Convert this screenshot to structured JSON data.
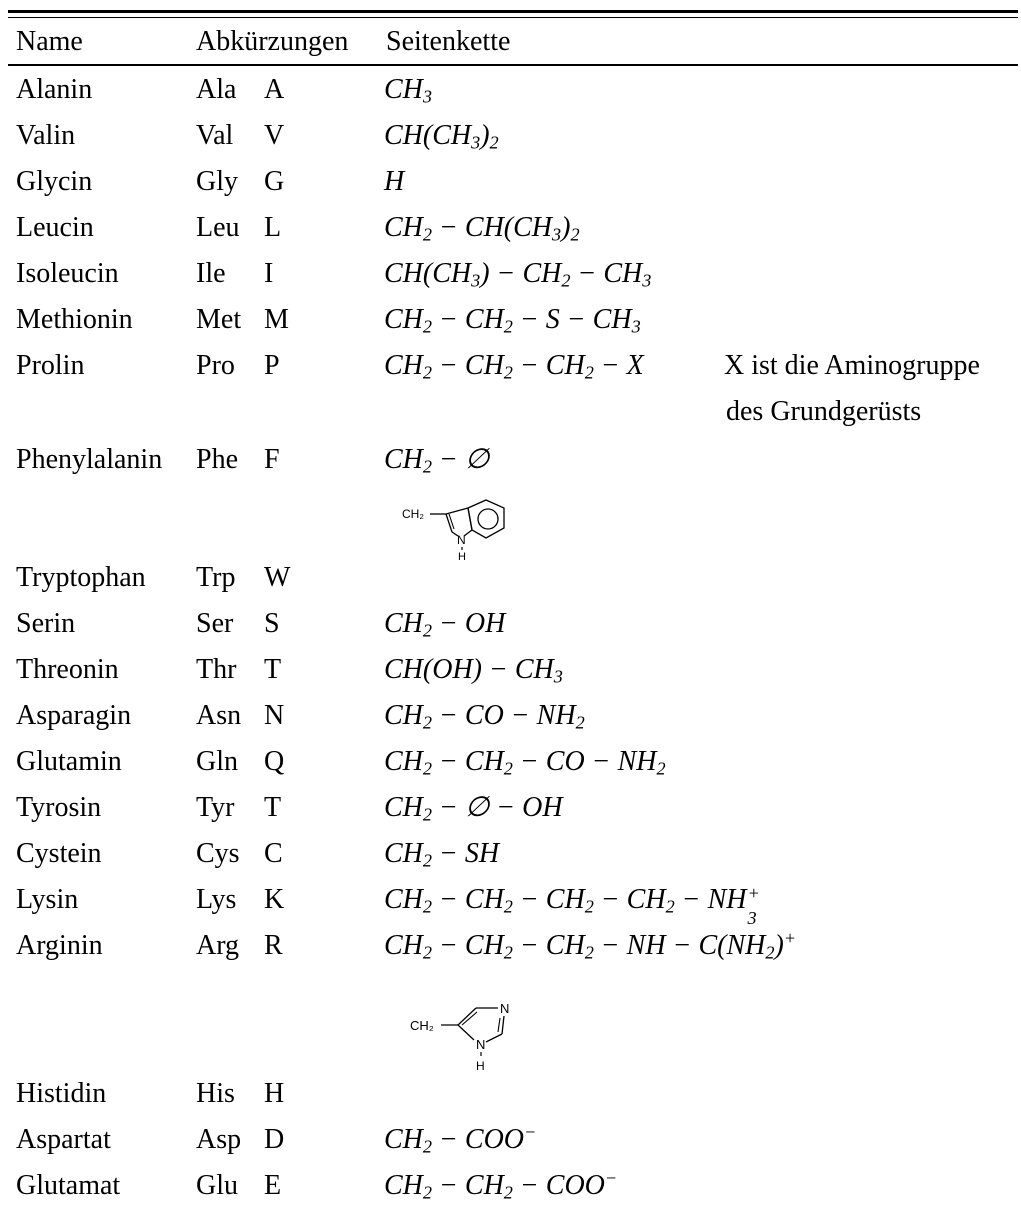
{
  "header": {
    "name": "Name",
    "abbreviations": "Abkürzungen",
    "side_chain": "Seitenkette"
  },
  "rows": [
    {
      "name": "Alanin",
      "abbr3": "Ala",
      "abbr1": "A",
      "side_chain": "CH₃"
    },
    {
      "name": "Valin",
      "abbr3": "Val",
      "abbr1": "V",
      "side_chain": "CH(CH₃)₂"
    },
    {
      "name": "Glycin",
      "abbr3": "Gly",
      "abbr1": "G",
      "side_chain": "H"
    },
    {
      "name": "Leucin",
      "abbr3": "Leu",
      "abbr1": "L",
      "side_chain": "CH₂ − CH(CH₃)₂"
    },
    {
      "name": "Isoleucin",
      "abbr3": "Ile",
      "abbr1": "I",
      "side_chain": "CH(CH₃) − CH₂ − CH₃"
    },
    {
      "name": "Methionin",
      "abbr3": "Met",
      "abbr1": "M",
      "side_chain": "CH₂ − CH₂ − S − CH₃"
    },
    {
      "name": "Prolin",
      "abbr3": "Pro",
      "abbr1": "P",
      "side_chain": "CH₂ − CH₂ − CH₂ − X",
      "note_line1": "X ist die Aminogruppe",
      "note_line2": "des Grundgerüsts"
    },
    {
      "name": "Phenylalanin",
      "abbr3": "Phe",
      "abbr1": "F",
      "side_chain": "CH₂ − ∅"
    },
    {
      "name": "Tryptophan",
      "abbr3": "Trp",
      "abbr1": "W",
      "structure_labels": [
        "CH₂",
        "N",
        "H"
      ]
    },
    {
      "name": "Serin",
      "abbr3": "Ser",
      "abbr1": "S",
      "side_chain": "CH₂ − OH"
    },
    {
      "name": "Threonin",
      "abbr3": "Thr",
      "abbr1": "T",
      "side_chain": "CH(OH) − CH₃"
    },
    {
      "name": "Asparagin",
      "abbr3": "Asn",
      "abbr1": "N",
      "side_chain": "CH₂ − CO − NH₂"
    },
    {
      "name": "Glutamin",
      "abbr3": "Gln",
      "abbr1": "Q",
      "side_chain": "CH₂ − CH₂ − CO − NH₂"
    },
    {
      "name": "Tyrosin",
      "abbr3": "Tyr",
      "abbr1": "T",
      "side_chain": "CH₂ − ∅ − OH"
    },
    {
      "name": "Cystein",
      "abbr3": "Cys",
      "abbr1": "C",
      "side_chain": "CH₂ − SH"
    },
    {
      "name": "Lysin",
      "abbr3": "Lys",
      "abbr1": "K",
      "side_chain": "CH₂ − CH₂ − CH₂ − CH₂ − NH₃⁺"
    },
    {
      "name": "Arginin",
      "abbr3": "Arg",
      "abbr1": "R",
      "side_chain": "CH₂ − CH₂ − CH₂ − NH − C(NH₂)⁺"
    },
    {
      "name": "Histidin",
      "abbr3": "His",
      "abbr1": "H",
      "structure_labels": [
        "CH₂",
        "N",
        "N",
        "H"
      ]
    },
    {
      "name": "Aspartat",
      "abbr3": "Asp",
      "abbr1": "D",
      "side_chain": "CH₂ − COO⁻"
    },
    {
      "name": "Glutamat",
      "abbr3": "Glu",
      "abbr1": "E",
      "side_chain": "CH₂ − CH₂ − COO⁻"
    }
  ]
}
